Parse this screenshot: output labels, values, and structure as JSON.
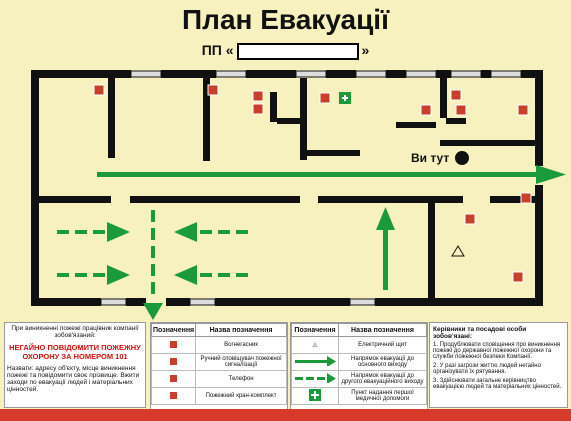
{
  "title": "План Евакуації",
  "subtitle_prefix": "ПП «",
  "subtitle_suffix": "»",
  "you_are_here": "Ви тут",
  "left_panel": {
    "line1": "При виникненні пожежі працівник компанії зобов'язаний:",
    "line2": "НЕГАЙНО ПОВІДОМИТИ ПОЖЕЖНУ ОХОРОНУ ЗА НОМЕРОМ 101",
    "line3": "Назвати: адресу об'єкту, місце виникнення пожежі та повідомити своє прізвище. Вжити заходи по евакуації людей і матеріальних цінностей."
  },
  "legend1": {
    "col1": "Позначення",
    "col2": "Назва позначення",
    "rows": [
      "Вогнегасник",
      "Ручний сповіщувач пожежної сигналізації",
      "Телефон",
      "Пожежний кран-комплект"
    ]
  },
  "legend2": {
    "col1": "Позначення",
    "col2": "Назва позначення",
    "rows": [
      "Електричний щит",
      "Напрямок евакуації до основного виходу",
      "Напрямок евакуації до другого евакуаційного виходу",
      "Пункт надання першої медичної допомоги"
    ]
  },
  "right_panel": {
    "heading": "Керівники та посадові особи зобов'язані:",
    "items": [
      "1. Продублювати сповіщення про виникнення пожежі до державної пожежної охорони та служби пожежної безпеки Компанії.",
      "2. У разі загрози життю людей негайно організувати їх рятування.",
      "3. Здійснювати загальне керівництво евакуацією людей та матеріальних цінностей."
    ]
  },
  "colors": {
    "wall": "#111111",
    "exit_arrow": "#1a9a3a",
    "icon": "#c8402a",
    "bottom_bar": "#d63a2a"
  }
}
